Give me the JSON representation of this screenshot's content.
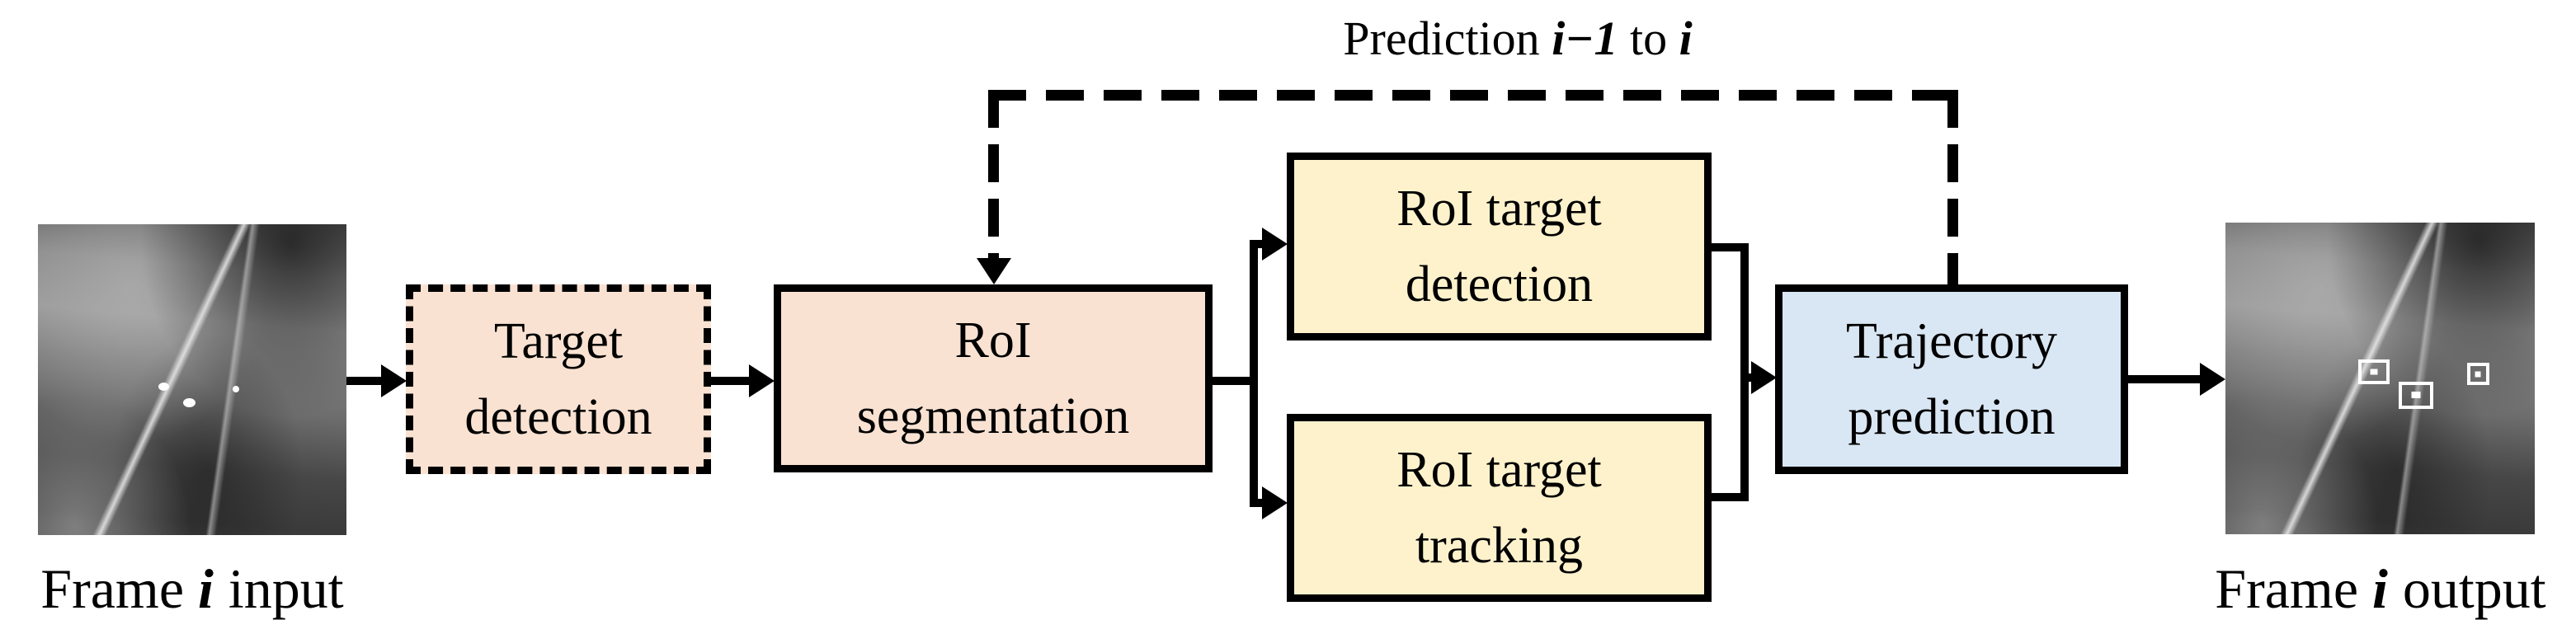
{
  "diagram": {
    "captions": {
      "input": {
        "prefix": "Frame ",
        "variable": "i",
        "suffix": " input"
      },
      "output": {
        "prefix": "Frame ",
        "variable": "i",
        "suffix": " output"
      }
    },
    "feedback_label": {
      "prefix": "Prediction ",
      "variable_range": "i−1",
      "mid": " to ",
      "variable_end": "i"
    },
    "boxes": {
      "target_detection": {
        "line1": "Target",
        "line2": "detection"
      },
      "roi_segmentation": {
        "line1": "RoI",
        "line2": "segmentation"
      },
      "roi_target_detection": {
        "line1": "RoI target",
        "line2": "detection"
      },
      "roi_target_tracking": {
        "line1": "RoI target",
        "line2": "tracking"
      },
      "trajectory_prediction": {
        "line1": "Trajectory",
        "line2": "prediction"
      }
    },
    "icons": {
      "arrowhead_right": "arrow-right-icon",
      "arrowhead_down": "arrow-down-icon",
      "target_marker": "target-bounding-box-icon"
    },
    "colors": {
      "box_peach": "#f9e2d2",
      "box_yellow": "#fdf2cc",
      "box_blue": "#d9e6f3",
      "line": "#000000",
      "text": "#000000",
      "background": "#ffffff"
    }
  }
}
